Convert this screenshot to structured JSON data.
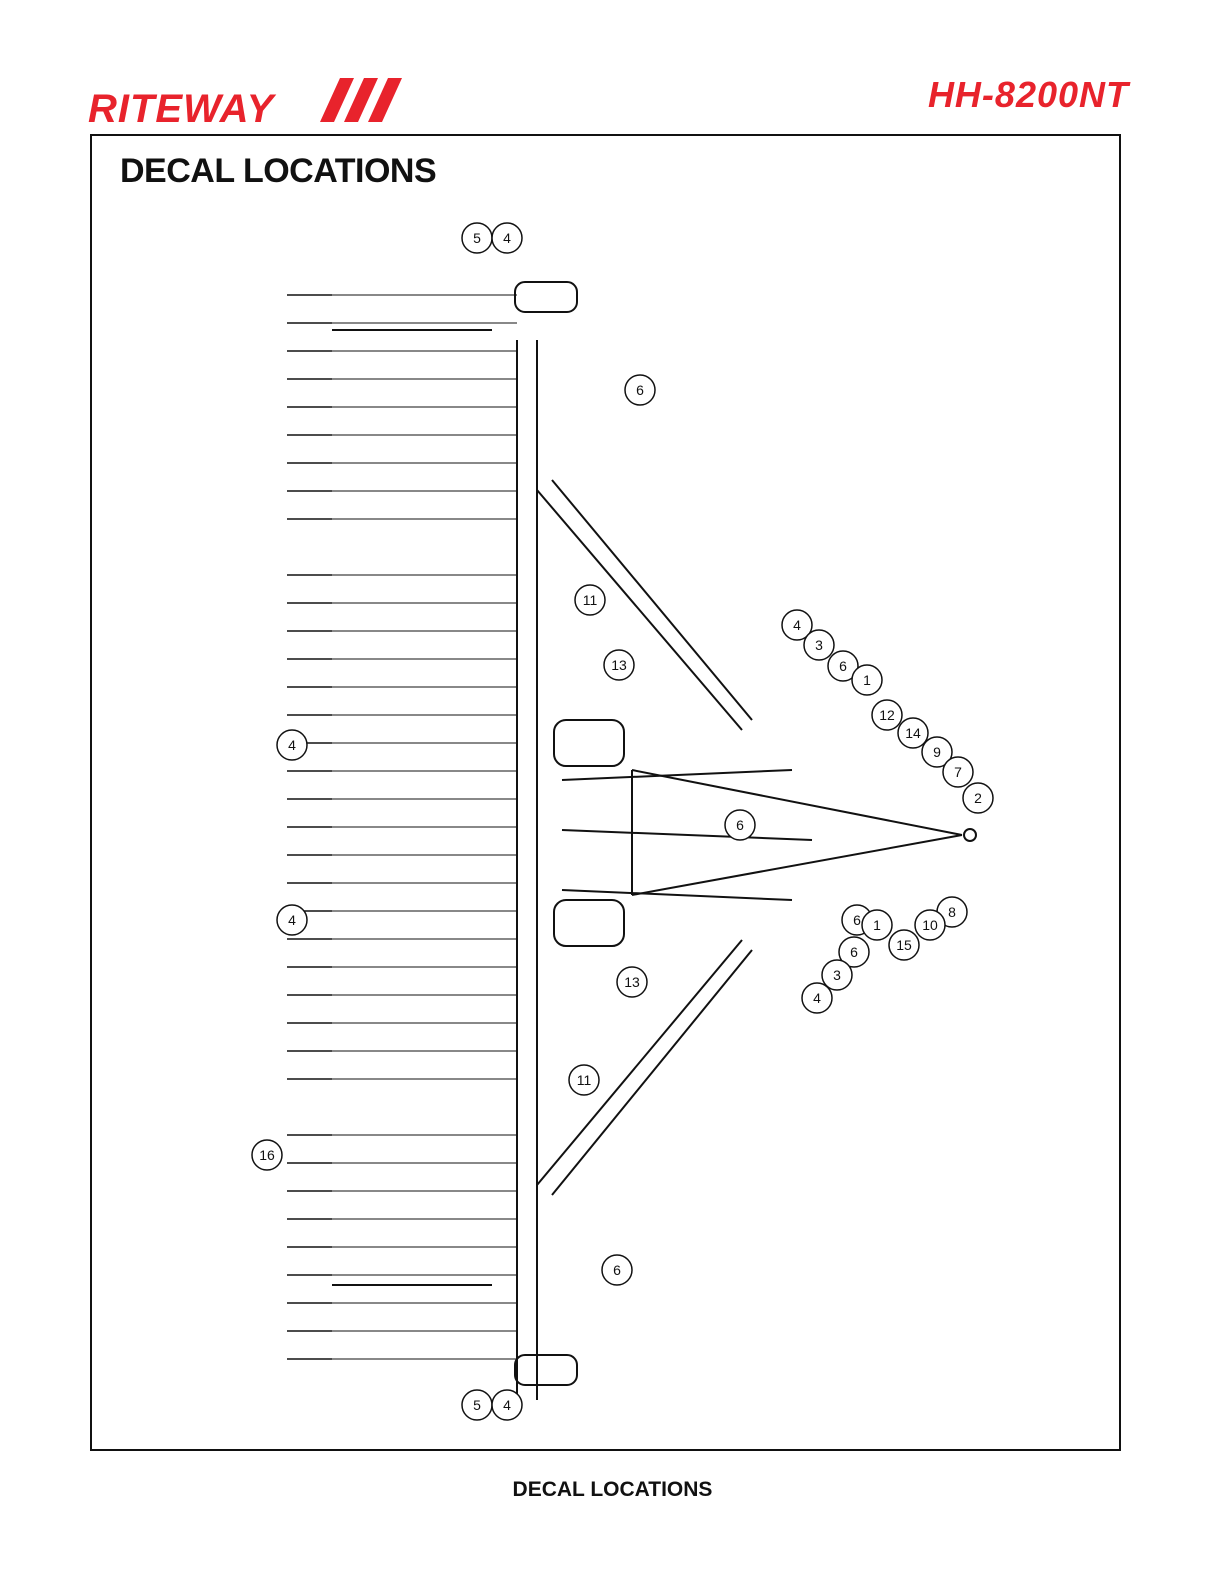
{
  "header": {
    "brand": "RITEWAY",
    "model": "HH-8200NT"
  },
  "page": {
    "title": "DECAL LOCATIONS",
    "footer": "DECAL LOCATIONS"
  },
  "callouts": [
    "5",
    "4",
    "6",
    "11",
    "13",
    "4",
    "6",
    "4",
    "3",
    "6",
    "1",
    "12",
    "14",
    "9",
    "7",
    "2",
    "6",
    "8",
    "10",
    "15",
    "1",
    "6",
    "3",
    "4",
    "4",
    "13",
    "11",
    "6",
    "16",
    "5",
    "4"
  ],
  "colors": {
    "brand_red": "#e8232c",
    "line": "#111111"
  }
}
